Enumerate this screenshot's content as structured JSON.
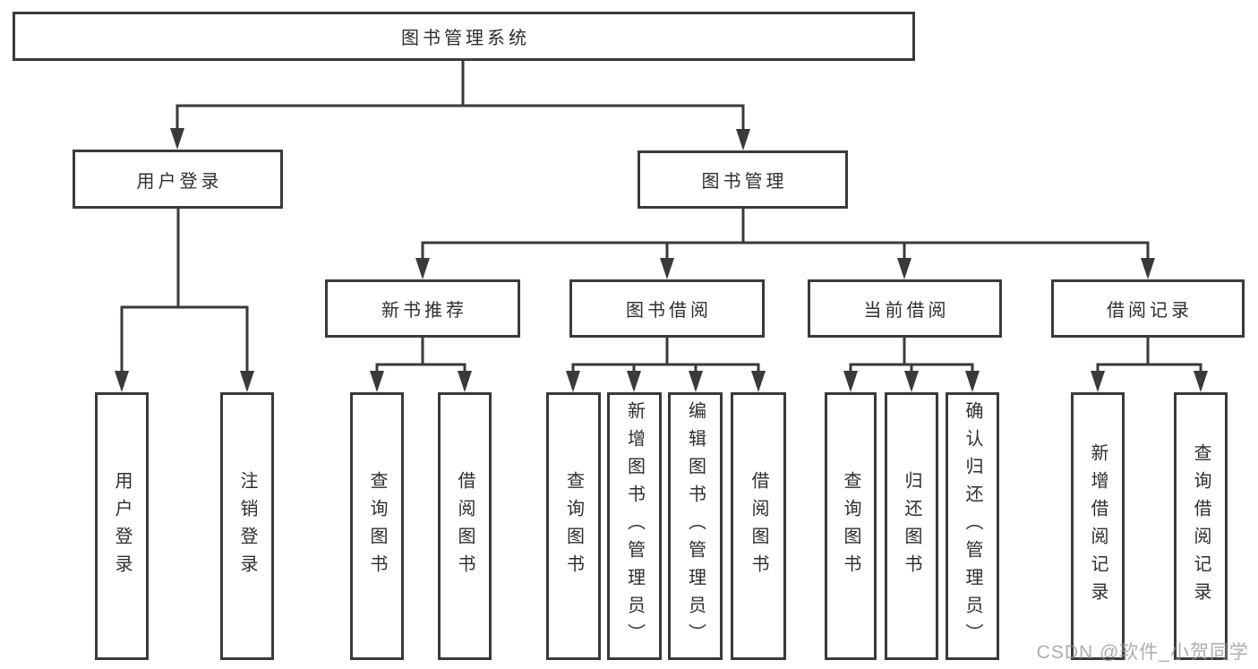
{
  "tree": {
    "label": "图书管理系统",
    "children": [
      {
        "label": "用户登录",
        "children": [
          {
            "label": "用户登录"
          },
          {
            "label": "注销登录"
          }
        ]
      },
      {
        "label": "图书管理",
        "children": [
          {
            "label": "新书推荐",
            "children": [
              {
                "label": "查询图书"
              },
              {
                "label": "借阅图书"
              }
            ]
          },
          {
            "label": "图书借阅",
            "children": [
              {
                "label": "查询图书"
              },
              {
                "label": "新增图书（管理员）"
              },
              {
                "label": "编辑图书（管理员）"
              },
              {
                "label": "借阅图书"
              }
            ]
          },
          {
            "label": "当前借阅",
            "children": [
              {
                "label": "查询图书"
              },
              {
                "label": "归还图书"
              },
              {
                "label": "确认归还（管理员）"
              }
            ]
          },
          {
            "label": "借阅记录",
            "children": [
              {
                "label": "新增借阅记录"
              },
              {
                "label": "查询借阅记录"
              }
            ]
          }
        ]
      }
    ]
  },
  "watermark": {
    "text": "CSDN @软件_小贺同学"
  },
  "colors": {
    "line": "#3a3a3a",
    "box_border": "#3a3a3a",
    "text": "#2e2e2e",
    "background": "#ffffff",
    "watermark": "#919191"
  }
}
